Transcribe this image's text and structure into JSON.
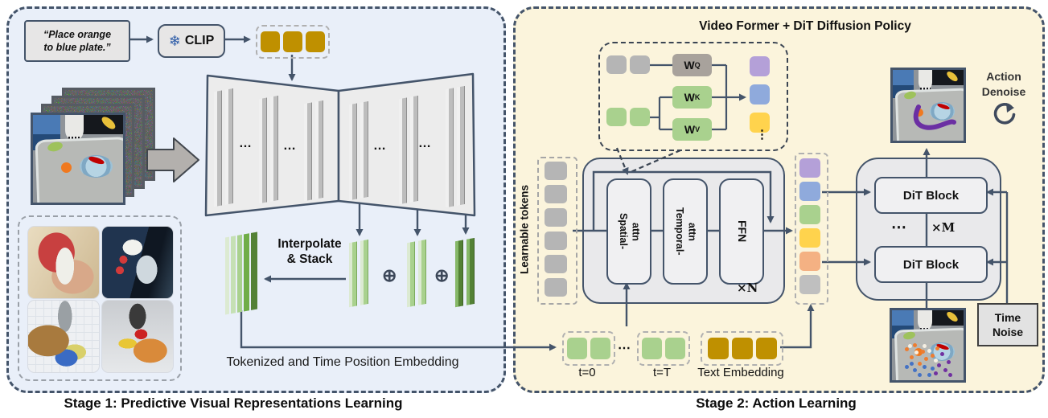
{
  "figure": {
    "stage1_caption": "Stage 1: Predictive Visual Representations Learning",
    "stage2_caption": "Stage 2: Action Learning"
  },
  "stage1": {
    "instruction": {
      "line1": "“Place orange",
      "line2": "to blue plate.”"
    },
    "clip_label": "CLIP",
    "snowflake": "❄",
    "encoder_dots": "…",
    "interpolate": {
      "line1": "Interpolate",
      "line2": "& Stack"
    },
    "oplus": "⊕",
    "tokenized_caption": "Tokenized and Time Position Embedding"
  },
  "stage2": {
    "title": "Video Former + DiT Diffusion Policy",
    "learnable_tokens_label": "Learnable tokens",
    "attention": {
      "wq": {
        "base": "W",
        "sup": "Q"
      },
      "wk": {
        "base": "W",
        "sup": "K"
      },
      "wv": {
        "base": "W",
        "sup": "V"
      },
      "vdots": "⋮"
    },
    "video_former": {
      "spatial": {
        "line1": "Spatial-",
        "line2": "attn"
      },
      "temporal": {
        "line1": "Temporal-",
        "line2": "attn"
      },
      "ffn": "FFN",
      "repeat": "×N"
    },
    "dit": {
      "block_top": "DiT Block",
      "block_bottom": "DiT Block",
      "dots": "⋯",
      "repeat": "×M"
    },
    "action_denoise": {
      "line1": "Action",
      "line2": "Denoise"
    },
    "time_noise": {
      "line1": "Time",
      "line2": "Noise"
    },
    "timeline": {
      "t0": "t=0",
      "dots": "⋯",
      "tT": "t=T",
      "text_embedding_label": "Text Embedding"
    }
  },
  "colors": {
    "stage1_bg": "#e9eff9",
    "stage2_bg": "#fbf4dc",
    "outline": "#44546a",
    "gold_token": "#bf9000",
    "green_light": "#c5e0b4",
    "green_mid": "#a9d18e",
    "green_dark": "#538135",
    "purple_token": "#b4a0d8",
    "blue_token": "#8faadc",
    "yellow_token": "#ffd34d",
    "orange_token": "#f4b183",
    "gray_token": "#bfbfbf",
    "trajectory_purple": "#6b2fa3",
    "snowflake_blue": "#2f5da8"
  }
}
